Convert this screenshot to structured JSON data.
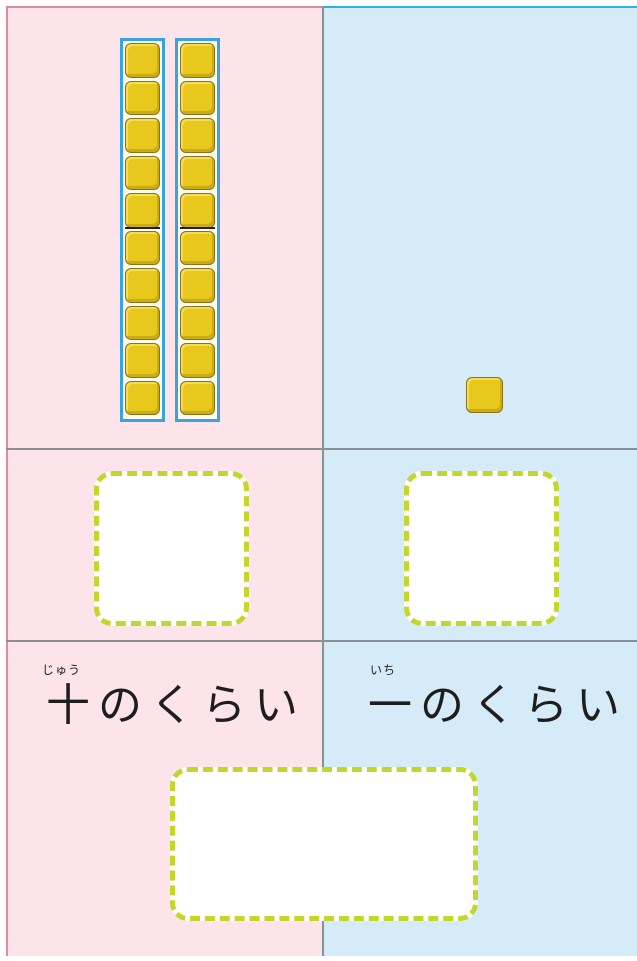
{
  "colors": {
    "tens_background": "#fde3ea",
    "ones_background": "#d5ecf8",
    "cube_fill": "#e8c81d",
    "rod_border": "#3aa2dc",
    "answer_box_border": "#c4d62b",
    "grid_line": "#8a8f93"
  },
  "blocks": {
    "tens_rods": 2,
    "cubes_per_rod": 10,
    "ones_cubes": 1
  },
  "tens_place": {
    "ruby": "じゅう",
    "label": "十のくらい"
  },
  "ones_place": {
    "ruby": "いち",
    "label": "一のくらい"
  }
}
